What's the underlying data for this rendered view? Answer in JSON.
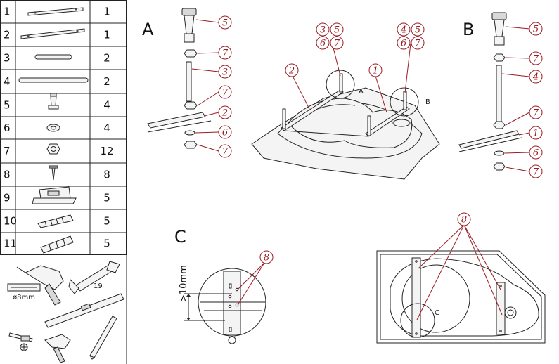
{
  "parts_table": [
    {
      "no": "1",
      "qty": "1"
    },
    {
      "no": "2",
      "qty": "1"
    },
    {
      "no": "3",
      "qty": "2"
    },
    {
      "no": "4",
      "qty": "2"
    },
    {
      "no": "5",
      "qty": "4"
    },
    {
      "no": "6",
      "qty": "4"
    },
    {
      "no": "7",
      "qty": "12"
    },
    {
      "no": "8",
      "qty": "8"
    },
    {
      "no": "9",
      "qty": "5"
    },
    {
      "no": "10",
      "qty": "5"
    },
    {
      "no": "11",
      "qty": "5"
    }
  ],
  "tools": {
    "drill_bit_label": "ø8mm",
    "wrench_size": "19"
  },
  "sections": {
    "a": "A",
    "b": "B",
    "c": "C"
  },
  "overview_marks": {
    "a": "A",
    "b": "B",
    "c": "C"
  },
  "detail_c": {
    "dimension": ">10mm"
  },
  "callouts": {
    "c5": "5",
    "c7": "7",
    "c3": "3",
    "c2": "2",
    "c6": "6",
    "c4": "4",
    "c1": "1",
    "c8": "8"
  },
  "colors": {
    "callout": "#9b1b22",
    "line": "#222222"
  }
}
